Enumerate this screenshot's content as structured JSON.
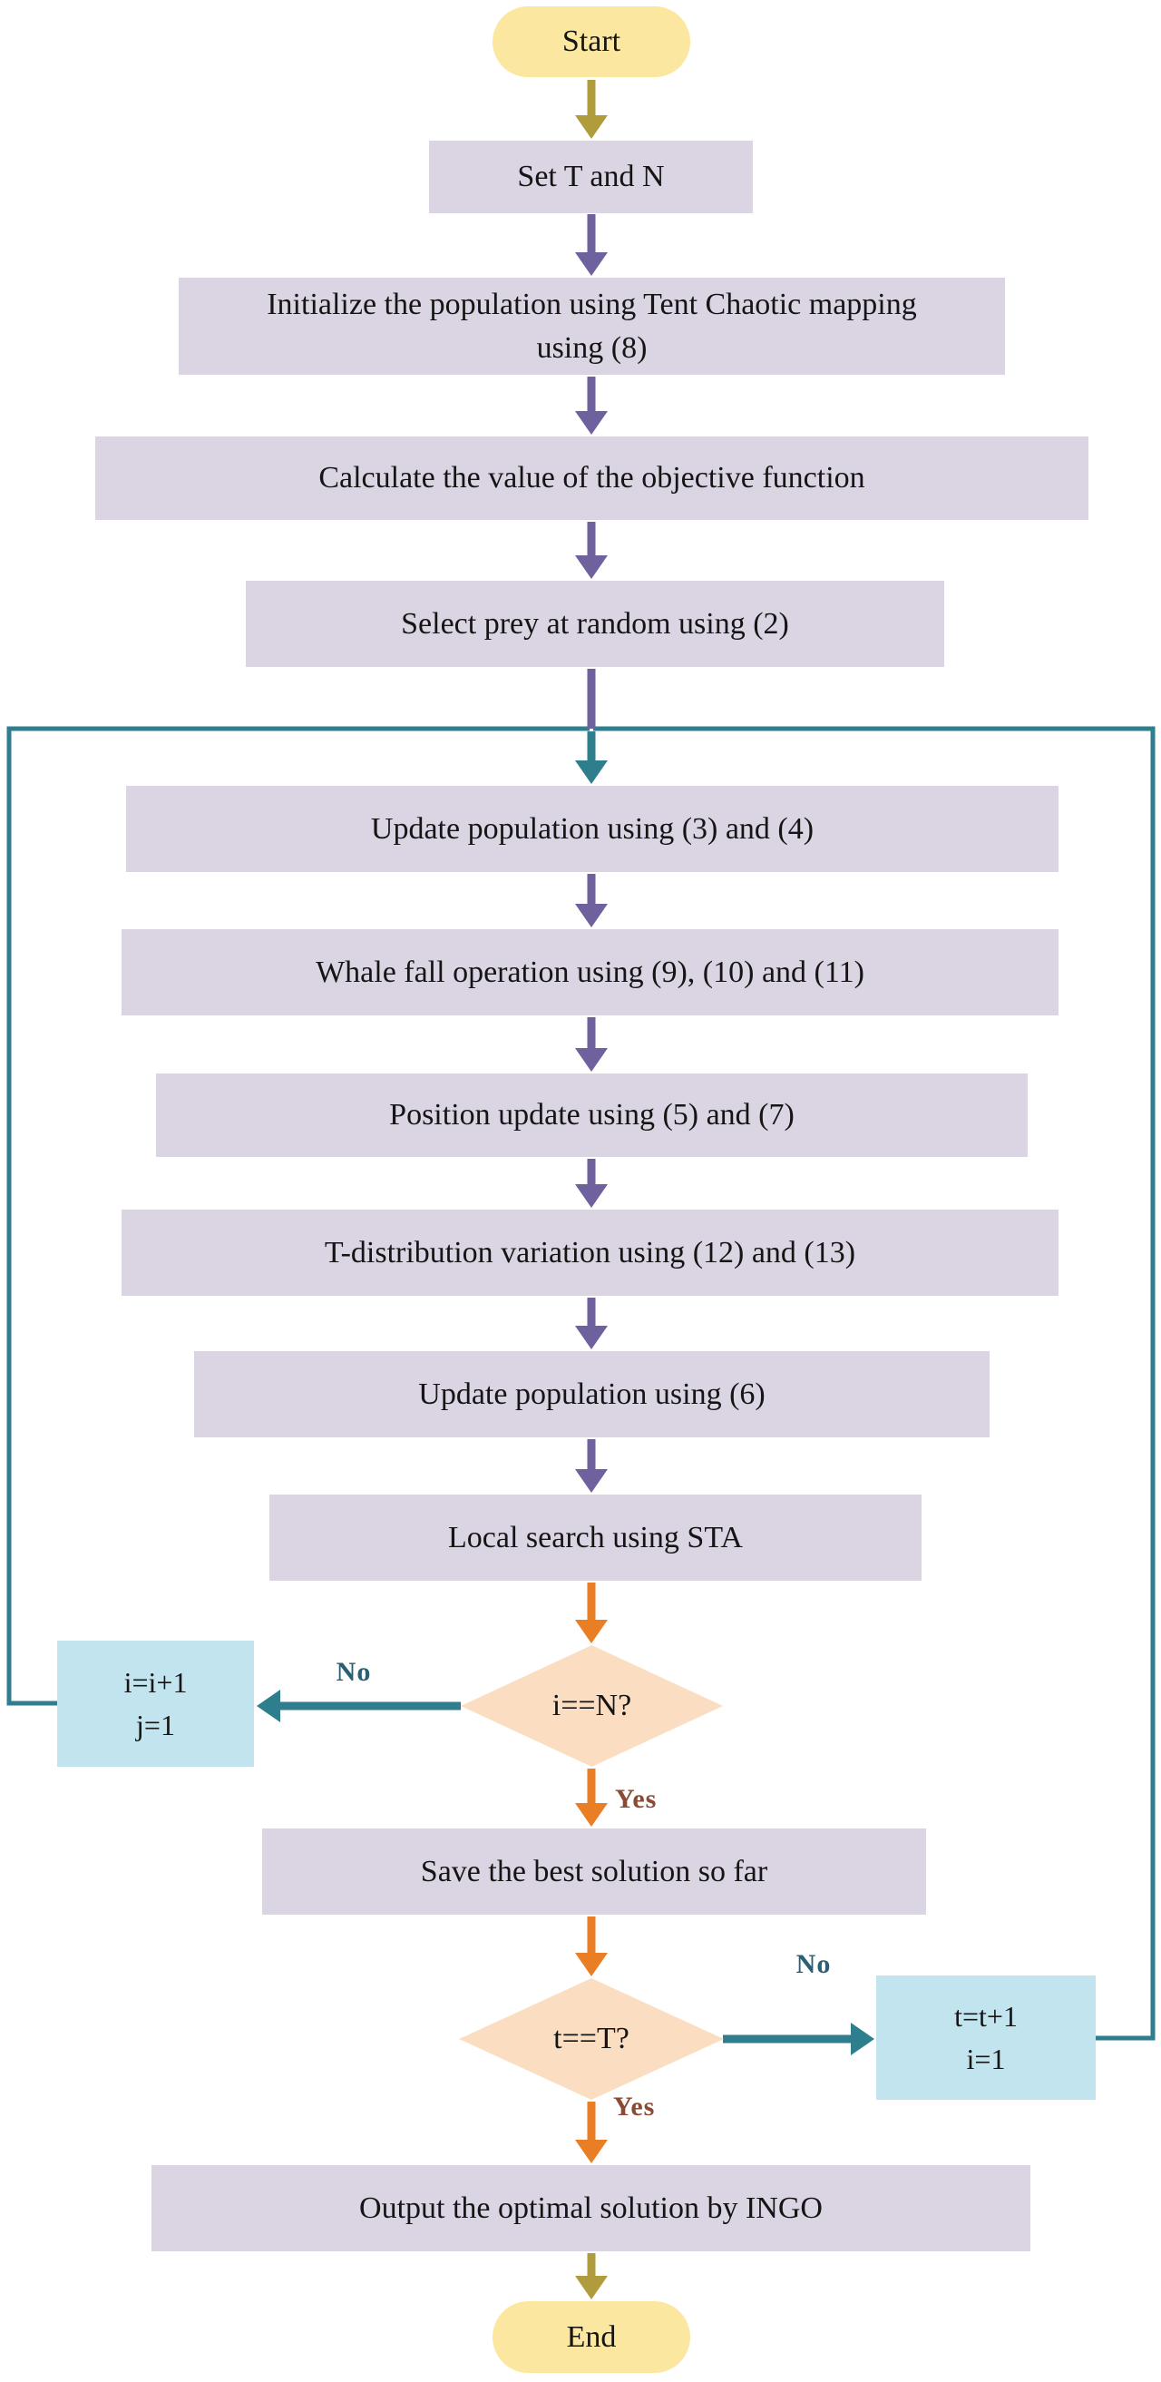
{
  "flowchart": {
    "terminals": {
      "start": "Start",
      "end": "End"
    },
    "steps": {
      "set_t_n": "Set T and N",
      "initialize": "Initialize the population using Tent Chaotic mapping using (8)",
      "calculate": "Calculate the value of the objective function",
      "select_prey": "Select prey at random using (2)",
      "update_pop_34": "Update population using (3) and (4)",
      "whale_fall": "Whale fall operation using (9), (10) and (11)",
      "position_update": "Position update using (5) and (7)",
      "t_distribution": "T-distribution variation using (12) and (13)",
      "update_pop_6": "Update population using (6)",
      "local_search": "Local search using STA",
      "save_best": "Save the best solution so far",
      "output": "Output the optimal solution by INGO"
    },
    "decisions": {
      "i_check": "i==N?",
      "t_check": "t==T?"
    },
    "loop_updates": {
      "i_update": "i=i+1\nj=1",
      "t_update": "t=t+1\ni=1"
    },
    "edge_labels": {
      "i_no": "No",
      "i_yes": "Yes",
      "t_no": "No",
      "t_yes": "Yes"
    },
    "colors": {
      "terminal_fill": "#fbe79f",
      "process_fill": "#dbd5e3",
      "decision_fill": "#fbdec2",
      "loop_box_fill": "#c2e4ee",
      "arrow_olive": "#b09c3c",
      "arrow_purple": "#6f609e",
      "arrow_teal": "#2f7e8e",
      "arrow_orange": "#ea7e24",
      "no_label_color": "#2a5f74",
      "yes_label_color": "#8a4a33",
      "text_color": "#151515"
    }
  }
}
